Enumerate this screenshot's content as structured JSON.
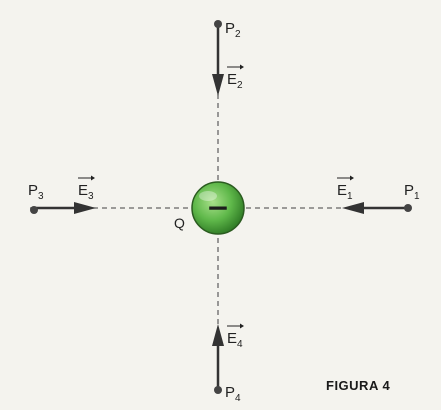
{
  "charge": {
    "label": "Q",
    "sign": "−",
    "color": "#5fb84a"
  },
  "points": {
    "p1": {
      "letter": "P",
      "sub": "1"
    },
    "p2": {
      "letter": "P",
      "sub": "2"
    },
    "p3": {
      "letter": "P",
      "sub": "3"
    },
    "p4": {
      "letter": "P",
      "sub": "4"
    }
  },
  "fields": {
    "e1": {
      "letter": "E",
      "sub": "1"
    },
    "e2": {
      "letter": "E",
      "sub": "2"
    },
    "e3": {
      "letter": "E",
      "sub": "3"
    },
    "e4": {
      "letter": "E",
      "sub": "4"
    }
  },
  "figure_label": "FIGURA 4"
}
